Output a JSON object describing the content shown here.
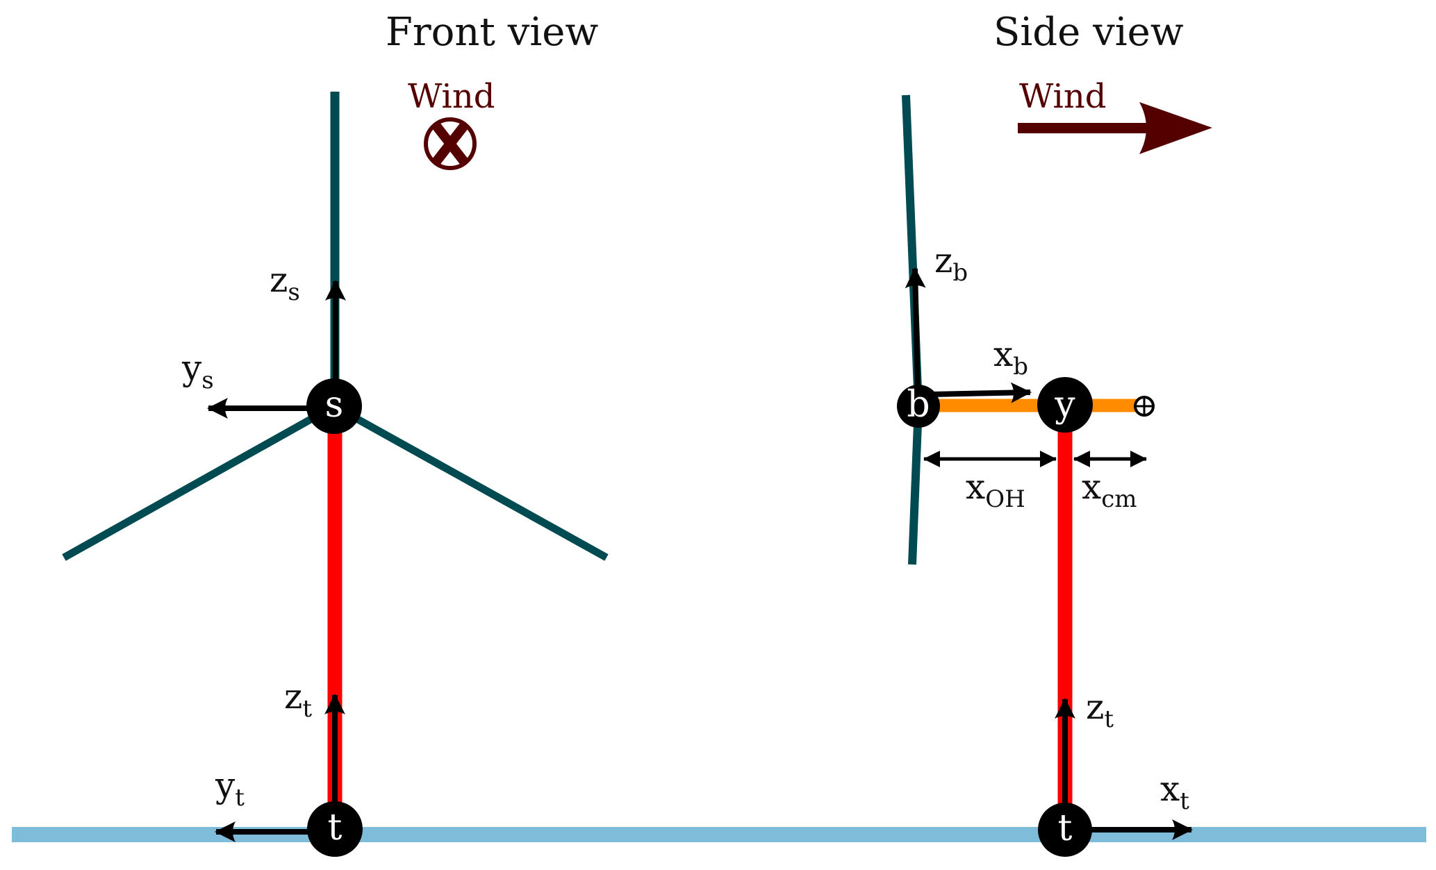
{
  "front_view": {
    "title": "Front view",
    "wind_label": "Wind",
    "wind_symbol": "into-page-cross-icon",
    "nodes": {
      "shaft": "s",
      "tower_base": "t"
    },
    "axes": {
      "z_s": {
        "base": "z",
        "sub": "s"
      },
      "y_s": {
        "base": "y",
        "sub": "s"
      },
      "z_t": {
        "base": "z",
        "sub": "t"
      },
      "y_t": {
        "base": "y",
        "sub": "t"
      }
    }
  },
  "side_view": {
    "title": "Side view",
    "wind_label": "Wind",
    "wind_symbol": "wind-direction-arrow-icon",
    "nodes": {
      "blade_root": "b",
      "yaw": "y",
      "tower_base": "t"
    },
    "axes": {
      "z_b": {
        "base": "z",
        "sub": "b"
      },
      "x_b": {
        "base": "x",
        "sub": "b"
      },
      "z_t": {
        "base": "z",
        "sub": "t"
      },
      "x_t": {
        "base": "x",
        "sub": "t"
      }
    },
    "dimensions": {
      "overhang": {
        "base": "x",
        "sub": "OH"
      },
      "center_of_mass": {
        "base": "x",
        "sub": "cm"
      }
    },
    "cm_marker": "center-of-mass-icon"
  },
  "colors": {
    "blade": "#004a52",
    "tower": "#ff0000",
    "nacelle": "#ff8c00",
    "ground": "#7fbcd9",
    "wind": "#550000",
    "node": "#000000",
    "arrow": "#000000"
  }
}
